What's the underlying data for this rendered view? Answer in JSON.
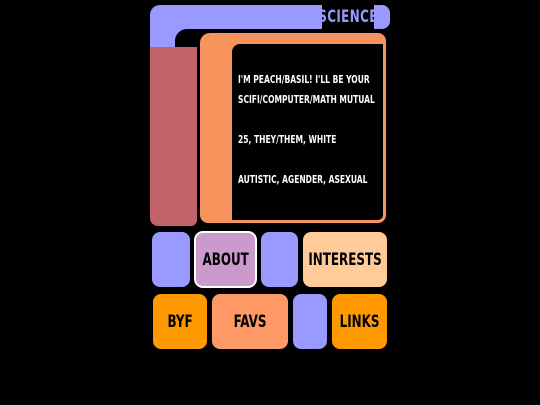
{
  "header": {
    "title": "SCIENCE"
  },
  "screen": {
    "lines": [
      "I'M PEACH/BASIL! I'LL BE YOUR",
      "SCIFI/COMPUTER/MATH MUTUAL",
      "",
      "25, THEY/THEM, WHITE",
      "",
      "AUTISTIC, AGENDER, ASEXUAL"
    ]
  },
  "nav": {
    "about": "ABOUT",
    "interests": "INTERESTS",
    "byf": "BYF",
    "favs": "FAVS",
    "links": "LINKS"
  },
  "colors": {
    "lavender": "#9999FF",
    "peach": "#F7935C",
    "rose": "#C4626A",
    "orchid": "#CC99CC",
    "tan": "#FFCC99",
    "orange": "#FF9900",
    "salmon": "#FF9966",
    "title_text": "#9999FF"
  }
}
